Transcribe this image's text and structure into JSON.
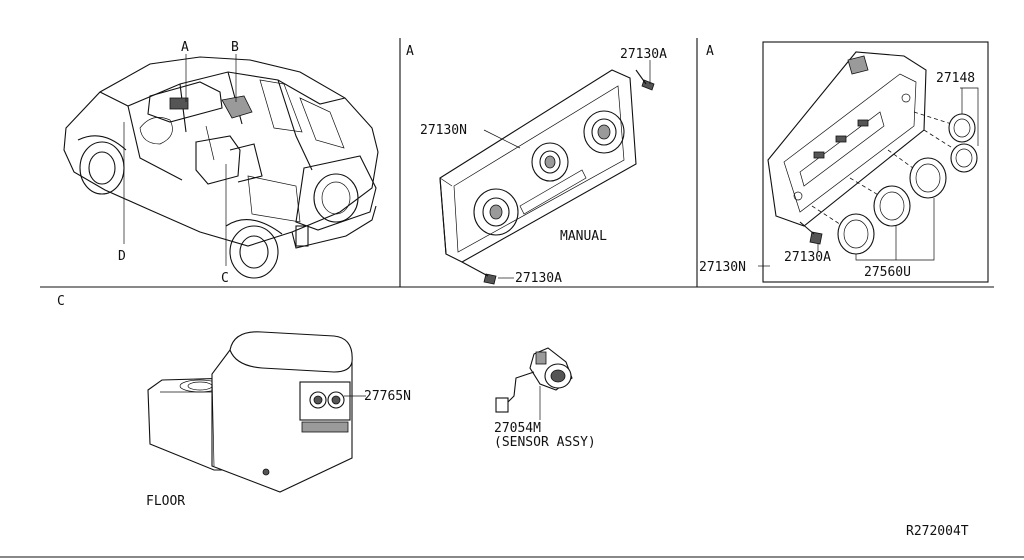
{
  "panels": {
    "overview": {
      "callouts": {
        "a": "A",
        "b": "B",
        "c": "C",
        "d": "D"
      }
    },
    "manual": {
      "section_letter": "A",
      "caption": "MANUAL",
      "parts": {
        "screw_top": "27130A",
        "control_unit": "27130N",
        "screw_bottom": "27130A"
      }
    },
    "auto": {
      "section_letter": "A",
      "parts": {
        "knob_small": "27148",
        "screw": "27130A",
        "knob_large": "27560U",
        "control_unit": "27130N"
      }
    },
    "floor": {
      "section_letter": "C",
      "caption": "FLOOR",
      "parts": {
        "rear_control": "27765N",
        "sensor_code": "27054M",
        "sensor_name": "(SENSOR ASSY)"
      }
    }
  },
  "diagram_id": "R272004T"
}
